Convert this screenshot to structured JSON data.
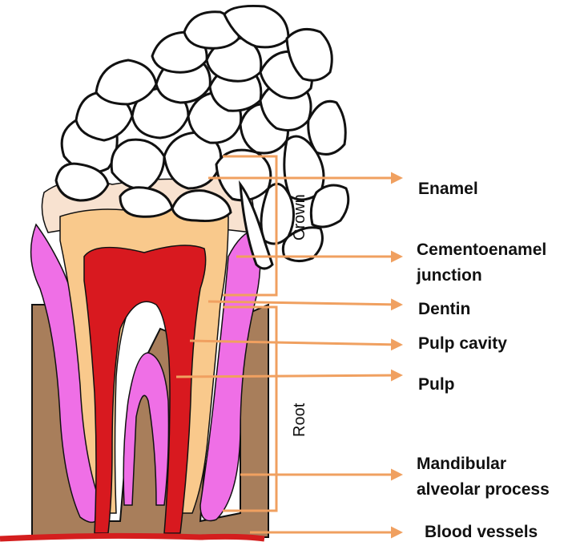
{
  "labels": {
    "enamel": "Enamel",
    "cej_line1": "Cementoenamel",
    "cej_line2": "junction",
    "dentin": "Dentin",
    "pulp_cavity": "Pulp cavity",
    "pulp": "Pulp",
    "mandibular_line1": "Mandibular",
    "mandibular_line2": "alveolar process",
    "blood_vessels": "Blood vessels"
  },
  "brackets": {
    "crown": "Crown",
    "root": "Root"
  },
  "colors": {
    "arrow": "#F0A060",
    "enamel_fill": "#F8E2D0",
    "dentin_fill": "#F9C98C",
    "pulp_fill": "#D8191F",
    "gum_fill": "#EF6FE6",
    "bone_fill": "#A87E5B",
    "blood": "#D41E1E",
    "outline": "#111111"
  }
}
